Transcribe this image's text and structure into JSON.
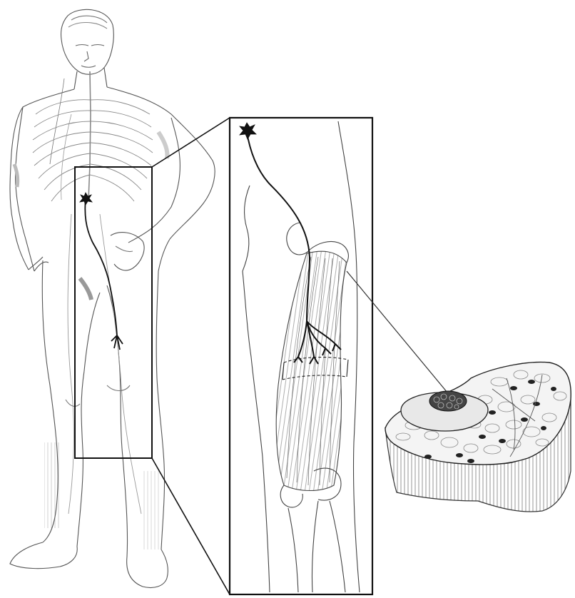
{
  "figure": {
    "panels": [
      {
        "id": "whole-body",
        "description_visible": false
      },
      {
        "id": "thigh-zoom",
        "description_visible": false
      },
      {
        "id": "muscle-cross-section",
        "description_visible": false
      }
    ],
    "colors": {
      "ink": "#111111",
      "sketch": "#555555",
      "light_sketch": "#9a9a9a",
      "shade": "#cfcfcf",
      "background": "#ffffff"
    }
  }
}
